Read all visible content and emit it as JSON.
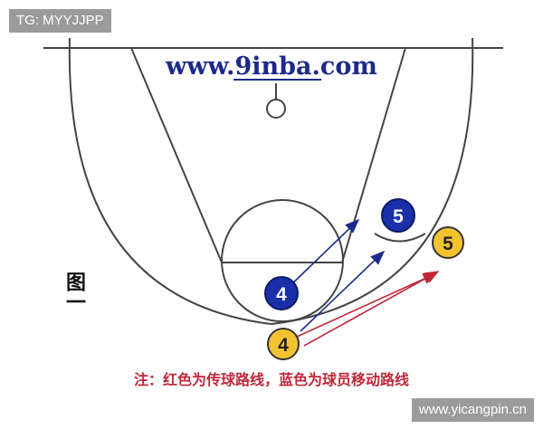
{
  "watermarks": {
    "top_left": "TG: MYYJJPP",
    "bottom_right": "www.yicangpin.cn"
  },
  "diagram": {
    "site_url": "www.9inba.com",
    "figure_label": "图一",
    "note": "注：红色为传球路线，蓝色为球员移动路线",
    "players": [
      {
        "number": "5",
        "team": "offense-blue",
        "fill": "#1a2fa8"
      },
      {
        "number": "5",
        "team": "offense-yellow",
        "fill": "#f2c230"
      },
      {
        "number": "4",
        "team": "offense-blue",
        "fill": "#1a2fa8"
      },
      {
        "number": "4",
        "team": "offense-yellow",
        "fill": "#f2c230"
      }
    ],
    "colors": {
      "court_lines": "#444444",
      "site_url": "#1b2a8a",
      "pass_line": "#c0283a",
      "move_line": "#1b2a8a",
      "note_text": "#c0283a"
    }
  }
}
